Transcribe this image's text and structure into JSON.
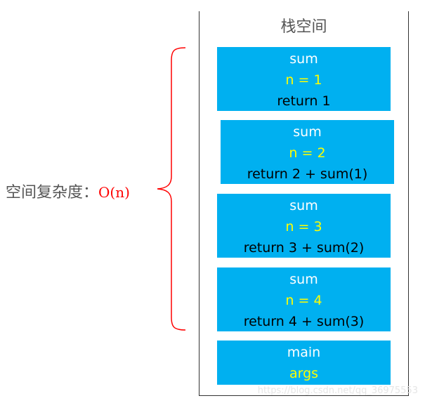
{
  "stack": {
    "title": "栈空间",
    "frames": [
      {
        "name": "sum",
        "var": "n = 1",
        "ret": "return 1"
      },
      {
        "name": "sum",
        "var": "n = 2",
        "ret": "return 2 + sum(1)"
      },
      {
        "name": "sum",
        "var": "n = 3",
        "ret": "return 3 + sum(2)"
      },
      {
        "name": "sum",
        "var": "n = 4",
        "ret": "return 4 + sum(3)"
      },
      {
        "name": "main",
        "var": "args",
        "ret": ""
      }
    ]
  },
  "annotation": {
    "label": "空间复杂度：",
    "value": "O(n)"
  },
  "watermark": "https://blog.csdn.net/qq_36975553",
  "colors": {
    "frame_bg": "#00b0f0",
    "frame_name": "#ffffff",
    "frame_var": "#ffff00",
    "frame_ret": "#000000",
    "brace": "#ff0000",
    "complexity_value": "#ff0000"
  }
}
